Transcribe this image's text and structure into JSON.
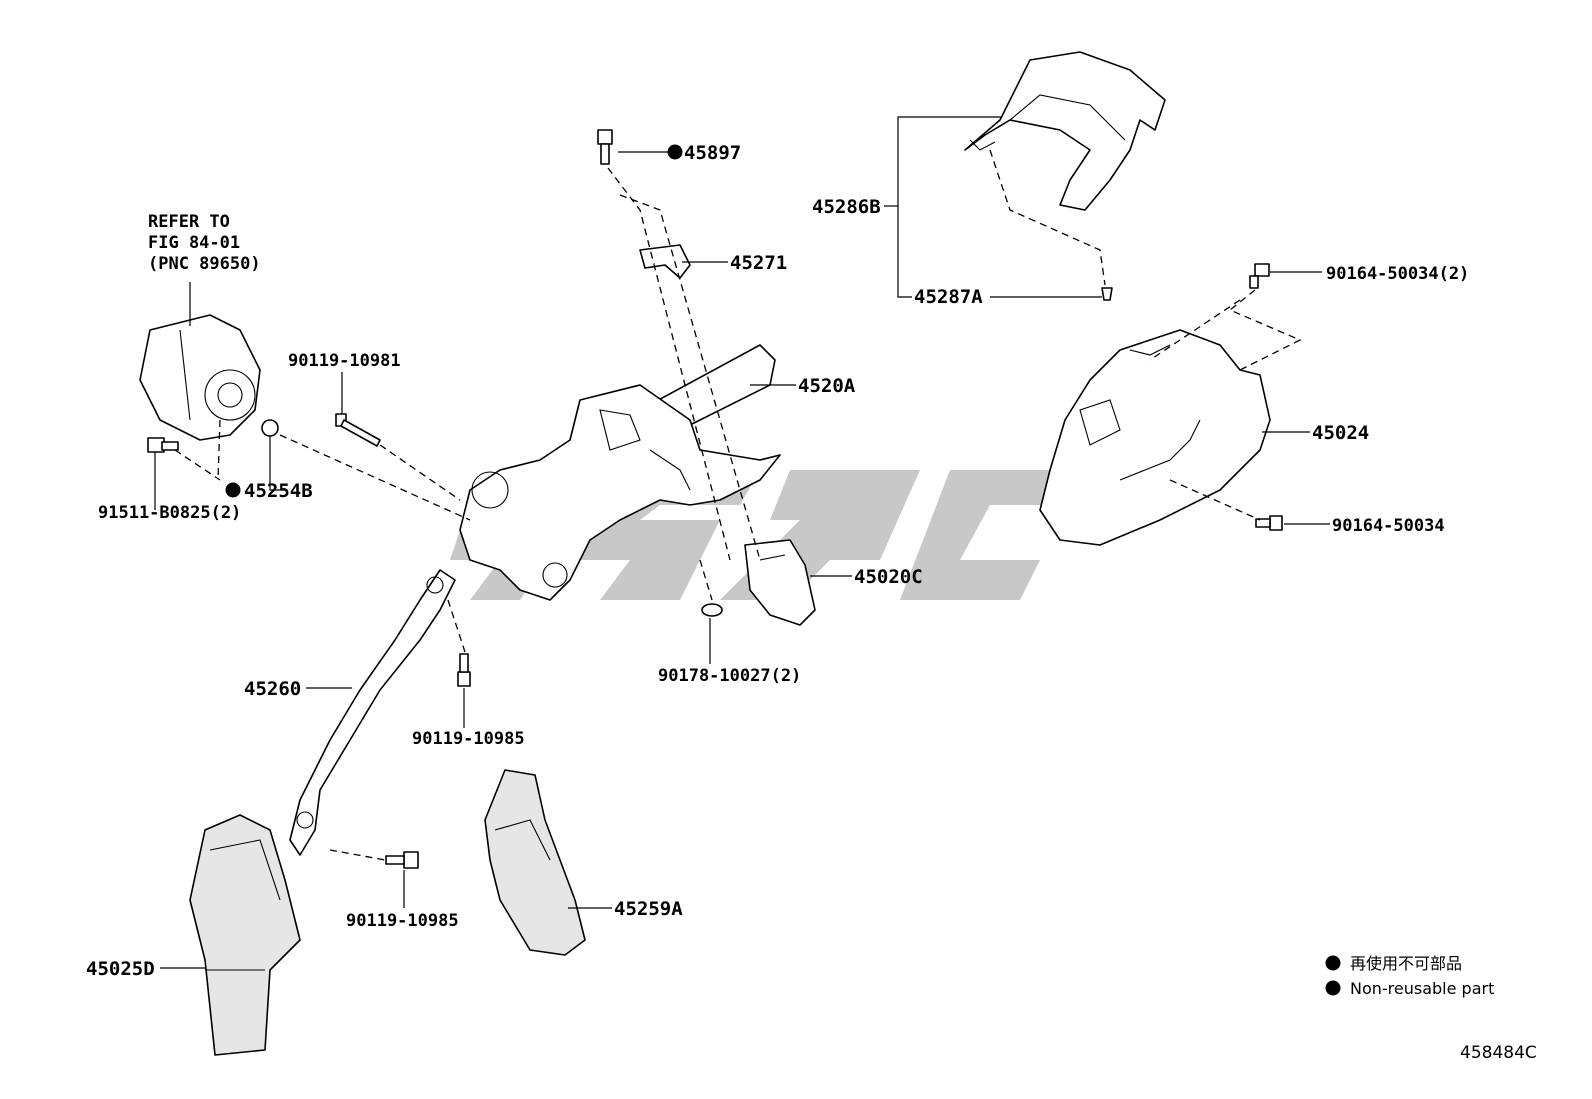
{
  "refer_note": [
    "REFER TO",
    "FIG 84-01",
    "(PNC 89650)"
  ],
  "labels": {
    "p45897": "45897",
    "p45271": "45271",
    "p45286B": "45286B",
    "p45287A": "45287A",
    "p90164_50034_2": "90164-50034(2)",
    "p4520A": "4520A",
    "p45024": "45024",
    "p90119_10981": "90119-10981",
    "p45254B": "45254B",
    "p91511_B0825_2": "91511-B0825(2)",
    "p90164_50034": "90164-50034",
    "p45020C": "45020C",
    "p90178_10027_2": "90178-10027(2)",
    "p45260": "45260",
    "p90119_10985_a": "90119-10985",
    "p90119_10985_b": "90119-10985",
    "p45259A": "45259A",
    "p45025D": "45025D"
  },
  "legend": {
    "cn": "再使用不可部品",
    "en": "Non-reusable part"
  },
  "figure_id": "458484C"
}
